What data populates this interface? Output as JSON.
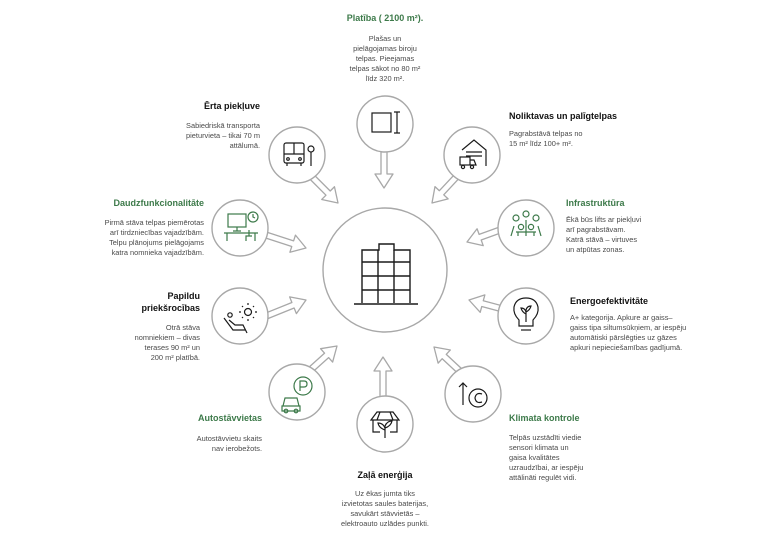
{
  "features": {
    "area": {
      "title": "Platība ( 2100 m²).",
      "desc": [
        "Plašas un",
        "pielāgojamas biroju",
        "telpas. Pieejamas",
        "telpas sākot no 80 m²",
        "līdz 320 m²."
      ]
    },
    "storage": {
      "title": "Noliktavas un palīgtelpas",
      "desc": [
        "Pagrabstāvā telpas no",
        "15 m² līdz 100+ m²."
      ]
    },
    "infra": {
      "title": "Infrastruktūra",
      "desc": [
        "Ēkā būs lifts ar piekļuvi",
        "arī pagrabstāvam.",
        "Katrā stāvā – virtuves",
        "un atpūtas zonas."
      ]
    },
    "energy": {
      "title": "Energoefektivitāte",
      "desc": [
        "A+ kategorija. Apkure ar gaiss–",
        "gaiss tipa siltumsūkņiem, ar iespēju",
        "automātiski pārslēgties uz gāzes",
        "apkuri nepieciešamības gadījumā."
      ]
    },
    "climate": {
      "title": "Klimata kontrole",
      "desc": [
        "Telpās uzstādīti viedie",
        "sensori klimata un",
        "gaisa kvalitātes",
        "uzraudzībai, ar iespēju",
        "attālināti regulēt vidi."
      ]
    },
    "green": {
      "title": "Zaļā enerģija",
      "desc": [
        "Uz ēkas jumta tiks",
        "izvietotas saules baterijas,",
        "savukārt stāvvietās –",
        "elektroauto uzlādes punkti."
      ]
    },
    "parking": {
      "title": "Autostāvvietas",
      "desc": [
        "Autostāvvietu skaits",
        "nav ierobežots."
      ]
    },
    "options": {
      "title": "Papildu",
      "title2": "priekšrocības",
      "desc": [
        "Otrā stāva",
        "nomniekiem – divas",
        "terases 90 m² un",
        "200 m² platībā."
      ]
    },
    "multi": {
      "title": "Daudzfunkcionalitāte",
      "desc": [
        "Pirmā stāva telpas piemērotas",
        "arī tirdzniecības vajadzībām.",
        "Telpu plānojums pielāgojams",
        "katra nomnieka vajadzībām."
      ]
    },
    "access": {
      "title": "Ērta piekļuve",
      "desc": [
        "Sabiedriskā transporta",
        "pieturvieta – tikai 70 m",
        "attālumā."
      ]
    }
  },
  "colors": {
    "green": "#3d7a4a",
    "dark": "#1a1a1a",
    "circle": "#a8a8a8",
    "arrow": "#a8a8a8"
  }
}
